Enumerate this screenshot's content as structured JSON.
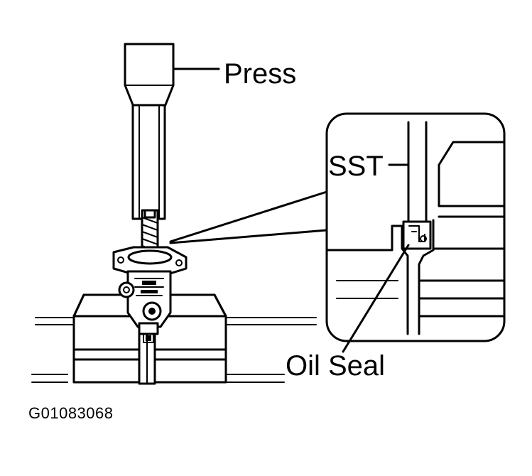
{
  "labels": {
    "press": "Press",
    "sst": "SST",
    "oil_seal": "Oil Seal",
    "figure_code": "G01083068"
  }
}
